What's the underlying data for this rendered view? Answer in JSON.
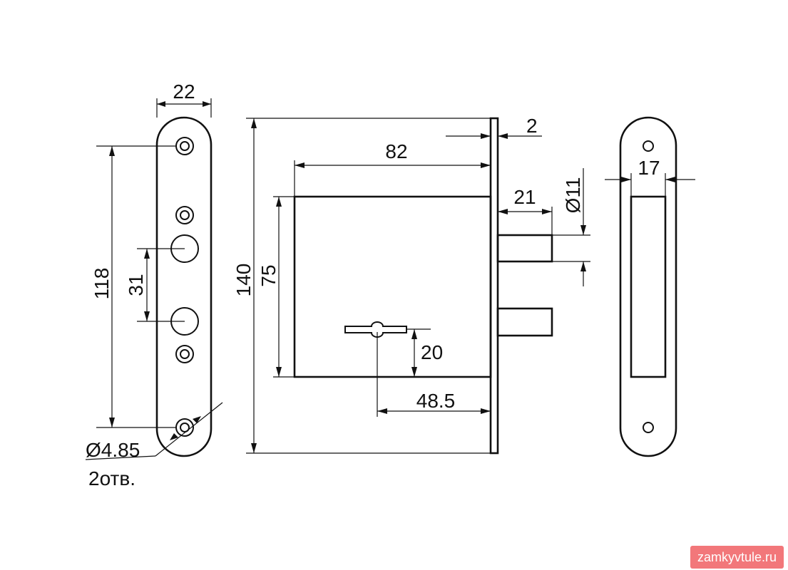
{
  "left_plate": {
    "width_label": "22",
    "height_label": "118",
    "hole_spacing_label": "31",
    "hole_diameter_label": "Ø4.85",
    "hole_count_label": "2отв."
  },
  "lock_body": {
    "overall_height_label": "140",
    "body_height_label": "75",
    "body_depth_label": "82",
    "faceplate_thickness_label": "2",
    "bolt_projection_label": "21",
    "bolt_diameter_label": "Ø11",
    "keyhole_height_label": "20",
    "backset_label": "48.5"
  },
  "strike_plate": {
    "width_label": "17"
  },
  "watermark": {
    "text": "zamkyvtule.ru",
    "color": "#f2777a"
  }
}
